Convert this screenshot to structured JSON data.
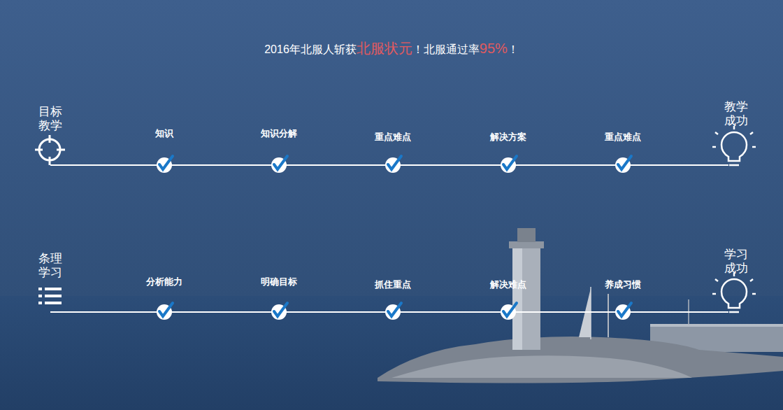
{
  "diagram": {
    "labels": [
      "2016年北服人斩获",
      "北服状元",
      "！北服通过率",
      "95%",
      "！",
      "目标教学",
      "知识",
      "知识分解",
      "重点难点",
      "解决方案",
      "重点难点",
      "教学成功",
      "条理学习",
      "分析能力",
      "明确目标",
      "抓住重点",
      "解决难点",
      "养成习惯",
      "学习成功"
    ]
  }
}
